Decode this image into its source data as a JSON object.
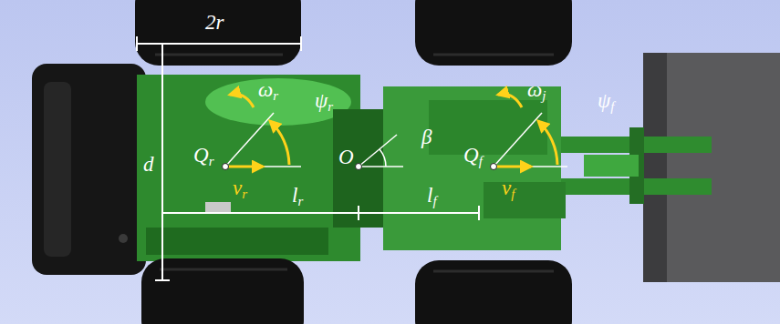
{
  "diagram": {
    "labels": [
      "2r",
      "d",
      "ωr",
      "ψr",
      "Qr",
      "vr",
      "lr",
      "O",
      "β",
      "lf",
      "Qf",
      "vf",
      "ωj",
      "ψf"
    ]
  }
}
